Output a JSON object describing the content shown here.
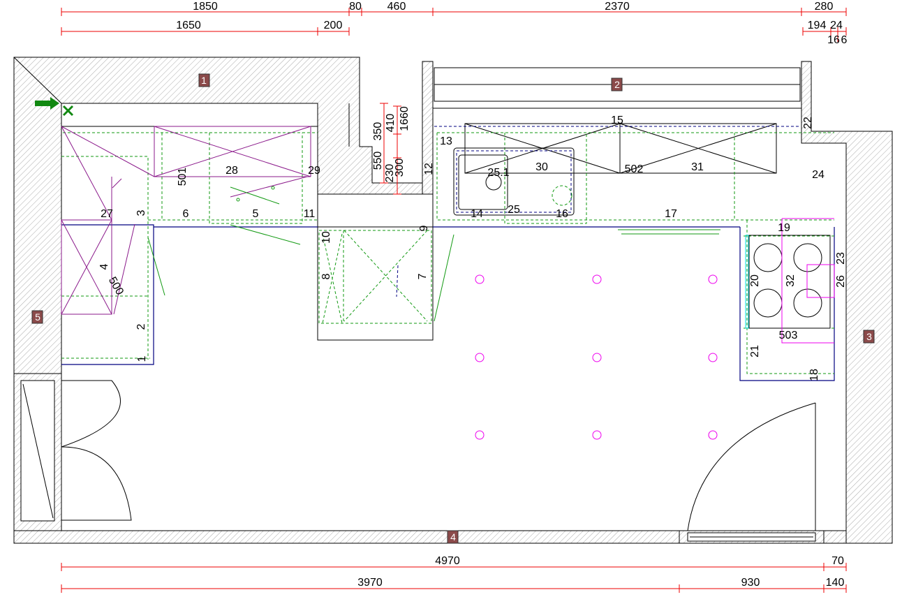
{
  "dimensions": {
    "top_row1": [
      "1850",
      "80",
      "460",
      "2370",
      "280"
    ],
    "top_row2": [
      "1650",
      "200",
      "194",
      "24",
      "16",
      "6"
    ],
    "niche": [
      "550",
      "350",
      "410",
      "1660",
      "230",
      "300"
    ],
    "bottom_row1": [
      "4970",
      "70"
    ],
    "bottom_row2": [
      "3970",
      "930",
      "140"
    ]
  },
  "rooms": [
    "1",
    "2",
    "3",
    "4",
    "5"
  ],
  "items": {
    "i1": "1",
    "i2": "2",
    "i3": "3",
    "i4": "4",
    "i500": "500",
    "i501": "501",
    "i27": "27",
    "i6": "6",
    "i5": "5",
    "i11": "11",
    "i28": "28",
    "i29": "29",
    "i10": "10",
    "i8": "8",
    "i7": "7",
    "i9": "9",
    "i12": "12",
    "i13": "13",
    "i15": "15",
    "i22": "22",
    "i30": "30",
    "i502": "502",
    "i31": "31",
    "i25_1": "25.1",
    "i25": "25",
    "i14": "14",
    "i16": "16",
    "i17": "17",
    "i24": "24",
    "i19": "19",
    "i20": "20",
    "i32": "32",
    "i23": "23",
    "i26": "26",
    "i503": "503",
    "i21": "21",
    "i18": "18"
  },
  "colors": {
    "dimension": "#ee0000",
    "room_badge": "#8b4a4a",
    "lights": "#ee00ee",
    "cabinet_outline": "#119911"
  }
}
